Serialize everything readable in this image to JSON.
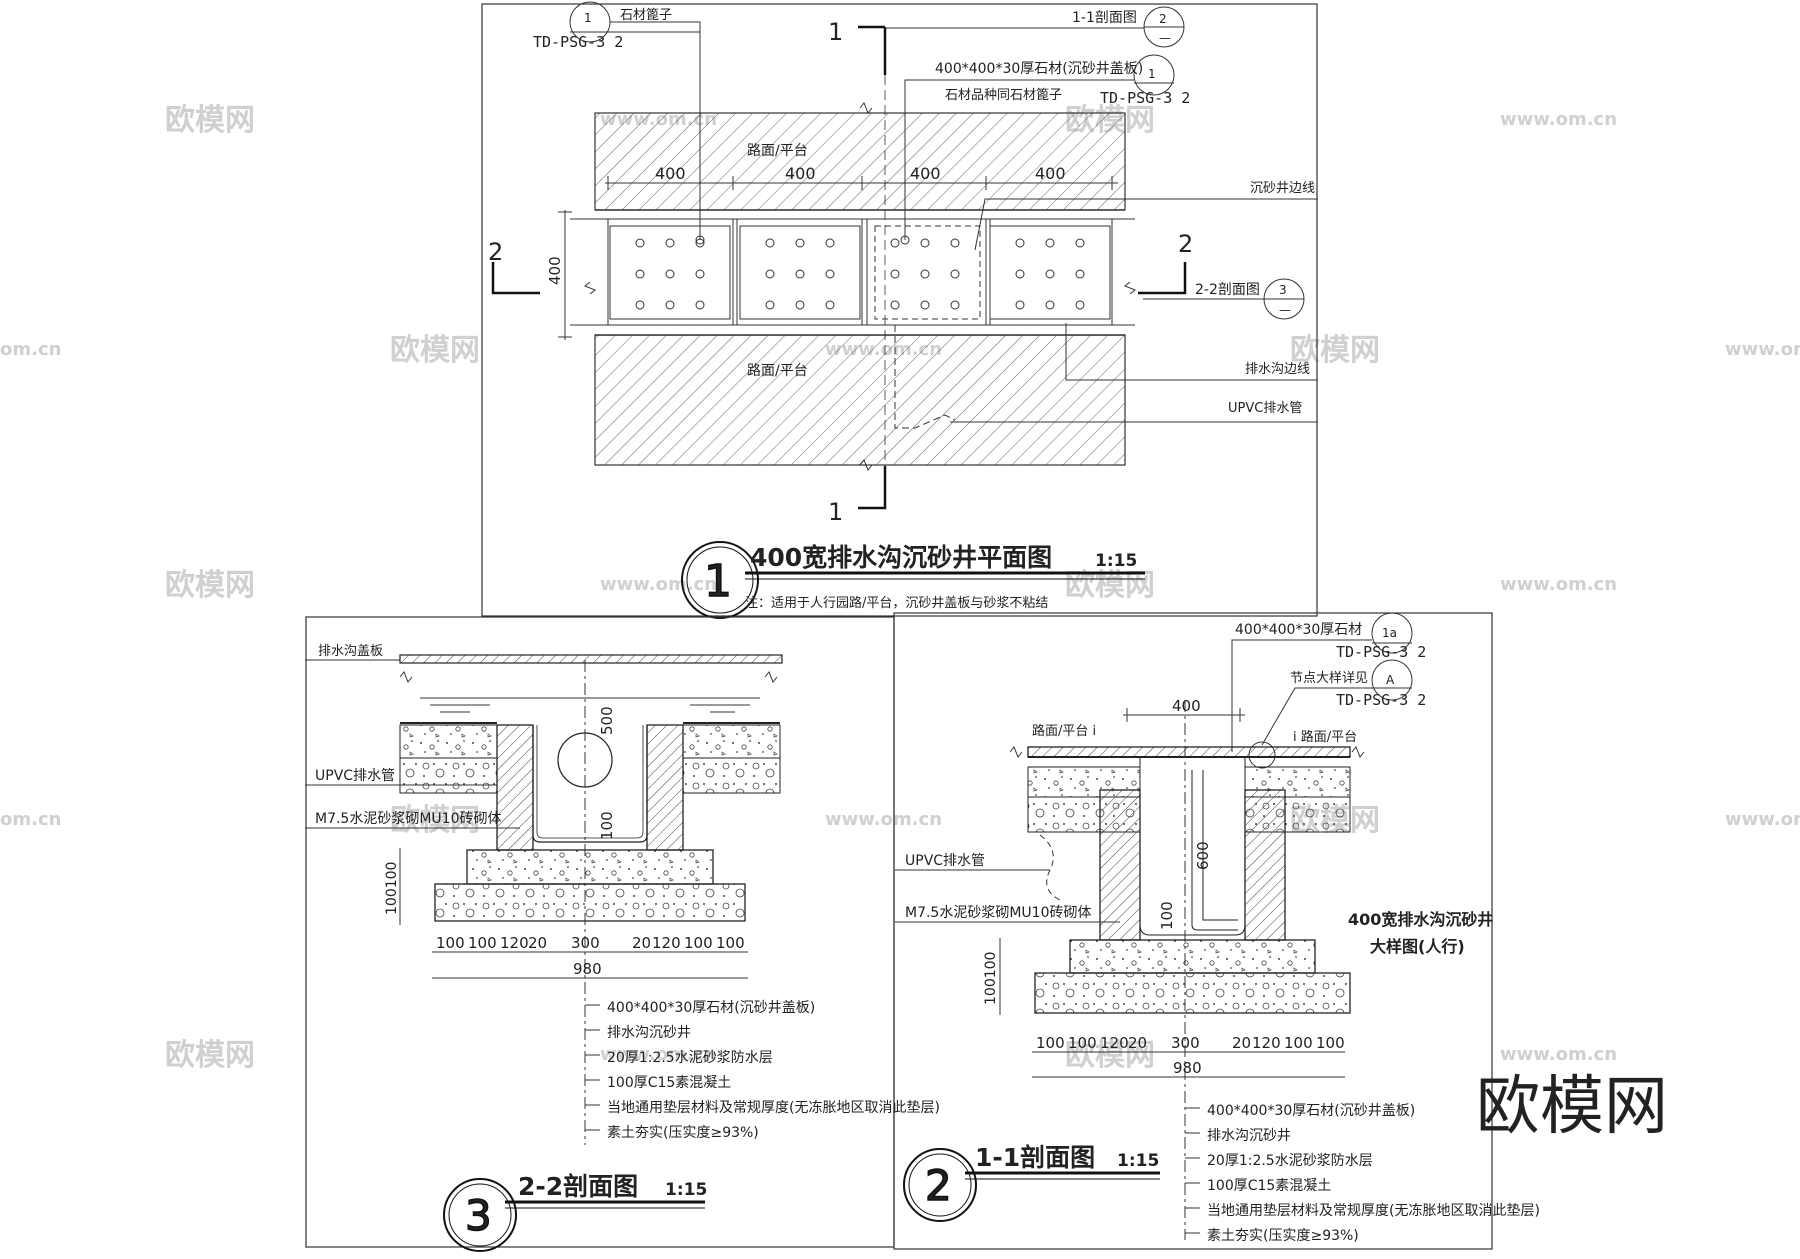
{
  "watermark": {
    "cn": "欧模网",
    "url": "www.om.cn",
    "big": "欧模网",
    "edge": "om.cn"
  },
  "plan": {
    "title_no": "1",
    "title": "400宽排水沟沉砂井平面图",
    "scale": "1:15",
    "note": "注：适用于人行园路/平台，沉砂井盖板与砂浆不粘结",
    "dims": [
      "400",
      "400",
      "400",
      "400"
    ],
    "dim_side": "400",
    "label_road": "路面/平台",
    "cut1": "1",
    "cut2": "2",
    "callouts": {
      "stone_grate": "石材篦子",
      "stone_grate_ref_no": "1",
      "stone_grate_ref": "TD-PSG-3 2",
      "sec11": "1-1剖面图",
      "sec11_no": "2",
      "sec11_sheet": "—",
      "cover_stone": "400*400*30厚石材(沉砂井盖板)",
      "same_stone_grate": "石材品种同石材篦子",
      "cover_ref_no": "1",
      "cover_ref": "TD-PSG-3 2",
      "pit_edge": "沉砂井边线",
      "sec22": "2-2剖面图",
      "sec22_no": "3",
      "sec22_sheet": "—",
      "ditch_edge": "排水沟边线",
      "upvc": "UPVC排水管"
    }
  },
  "sec22": {
    "title_no": "3",
    "title": "2-2剖面图",
    "scale": "1:15",
    "label_cover": "排水沟盖板",
    "label_upvc": "UPVC排水管",
    "label_brick": "M7.5水泥砂浆砌MU10砖砌体",
    "dim_500": "500",
    "dim_100": "100",
    "dim_left": "100100",
    "dims_bottom": [
      "100",
      "100",
      "120",
      "20",
      "300",
      "20",
      "120",
      "100",
      "100"
    ],
    "total": "980",
    "layers": [
      "400*400*30厚石材(沉砂井盖板)",
      "排水沟沉砂井",
      "20厚1:2.5水泥砂浆防水层",
      "100厚C15素混凝土",
      "当地通用垫层材料及常规厚度(无冻胀地区取消此垫层)",
      "素土夯实(压实度≥93%)"
    ]
  },
  "sec11": {
    "title_no": "2",
    "title": "1-1剖面图",
    "scale": "1:15",
    "label_cover": "400*400*30厚石材",
    "cover_ref_no": "1a",
    "cover_ref": "TD-PSG-3 2",
    "label_node": "节点大样详见",
    "node_ref_no": "A",
    "node_ref": "TD-PSG-3 2",
    "dim_top": "400",
    "road_left": "路面/平台 i",
    "road_right": "i 路面/平台",
    "label_upvc": "UPVC排水管",
    "label_brick": "M7.5水泥砂浆砌MU10砖砌体",
    "dim_600": "600",
    "dim_100": "100",
    "dim_left": "100100",
    "dims_bottom": [
      "100",
      "100",
      "120",
      "20",
      "300",
      "20",
      "120",
      "100",
      "100"
    ],
    "total": "980",
    "side_title_1": "400宽排水沟沉砂井",
    "side_title_2": "大样图(人行)",
    "layers": [
      "400*400*30厚石材(沉砂井盖板)",
      "排水沟沉砂井",
      "20厚1:2.5水泥砂浆防水层",
      "100厚C15素混凝土",
      "当地通用垫层材料及常规厚度(无冻胀地区取消此垫层)",
      "素土夯实(压实度≥93%)"
    ]
  }
}
